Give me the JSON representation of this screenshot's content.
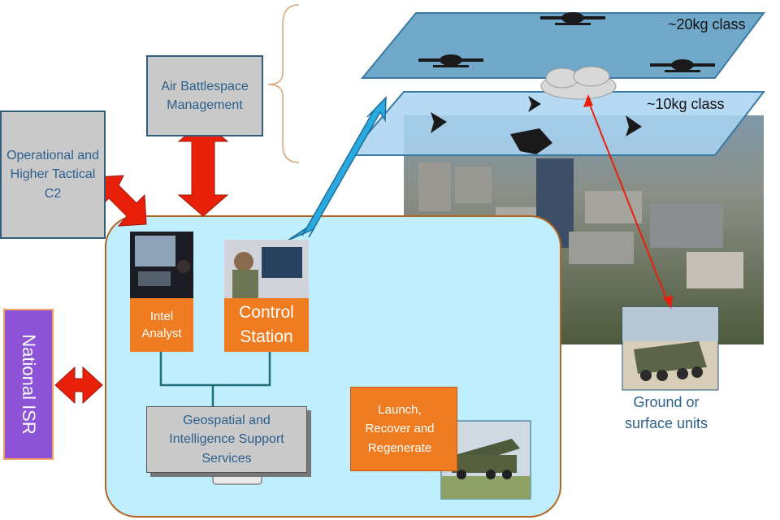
{
  "labels": {
    "air_battlespace": "Air Battlespace Management",
    "operational_c2": "Operational and Higher Tactical C2",
    "national_isr": "National ISR",
    "intel_analyst": "Intel Analyst",
    "control_station": "Control Station",
    "geospatial": "Geospatial and Intelligence Support Services",
    "launch": "Launch, Recover and Regenerate",
    "ground_units": "Ground or surface units",
    "class_20kg": "~20kg class",
    "class_10kg": "~10kg class"
  },
  "colors": {
    "ground_station_fill": "#bfeeff",
    "ground_station_border": "#b5651d",
    "orange": "#f07c21",
    "purple": "#8c53d6",
    "red_arrow": "#e8200a",
    "blue_arrow": "#29aae1",
    "layer_fill": "#8fc3e6",
    "gray_box": "#c9c9c9"
  }
}
